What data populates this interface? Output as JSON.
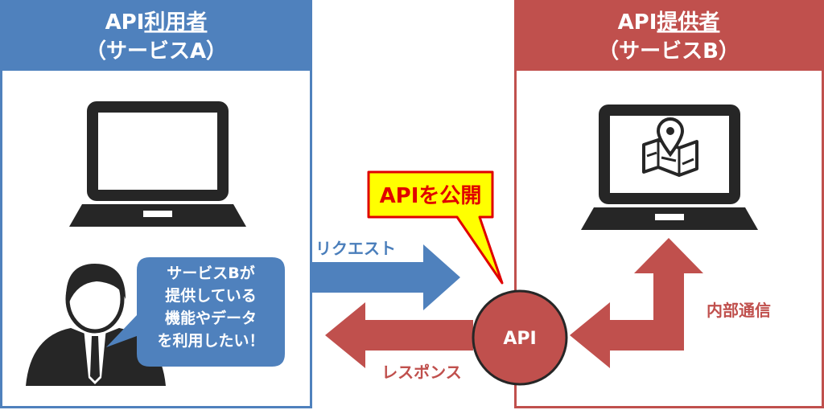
{
  "consumer": {
    "title_line1_prefix": "API",
    "title_line1_main": "利用者",
    "title_line2": "（サービスA）",
    "bubble_lines": [
      "サービスBが",
      "提供している",
      "機能やデータ",
      "を利用したい！"
    ]
  },
  "provider": {
    "title_line1_prefix": "API",
    "title_line1_main": "提供者",
    "title_line2": "（サービスB）"
  },
  "callout": {
    "label": "APIを公開"
  },
  "api_node": {
    "label": "API"
  },
  "arrows": {
    "request_label": "リクエスト",
    "response_label": "レスポンス",
    "internal_label": "内部通信"
  },
  "colors": {
    "blue": "#4f81bd",
    "red": "#c0504d",
    "callout_fill": "#ffff00",
    "callout_text": "#e00000",
    "dark": "#262626"
  },
  "icons": [
    "laptop-icon",
    "map-pin-icon",
    "user-icon"
  ]
}
